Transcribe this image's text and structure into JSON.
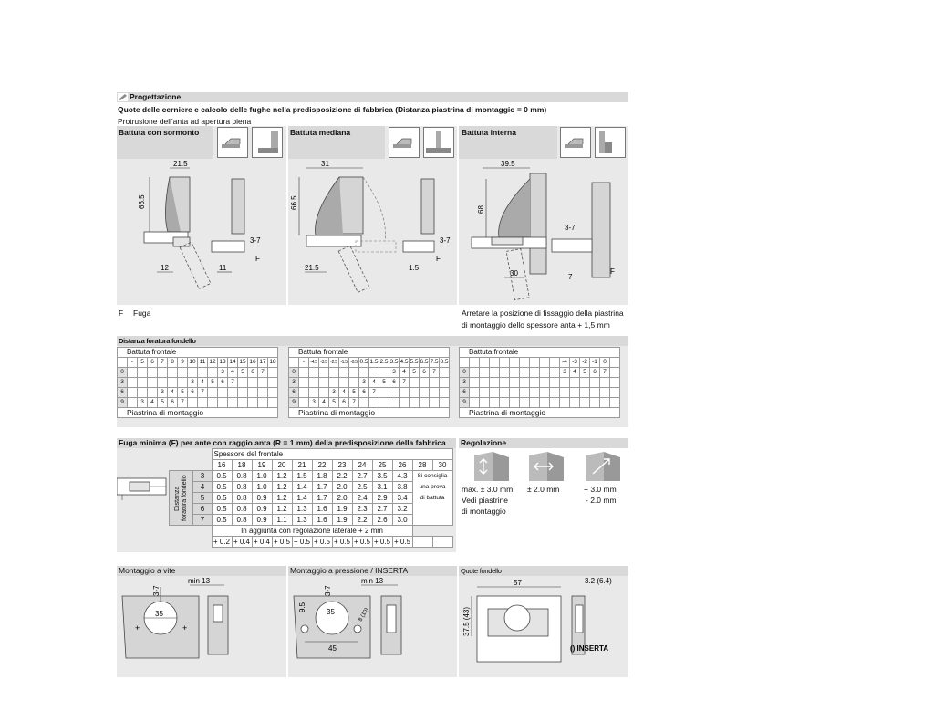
{
  "header": {
    "section_title": "Progettazione",
    "main_title": "Quote delle cerniere e calcolo delle fughe nella predisposizione di fabbrica  (Distanza piastrina di montaggio = 0 mm)",
    "subtitle": "Protrusione dell'anta ad apertura piena"
  },
  "types": [
    {
      "label": "Battuta con sormonto",
      "dims": [
        "21.5",
        "66.5",
        "12",
        "11",
        "3-7",
        "F"
      ]
    },
    {
      "label": "Battuta mediana",
      "dims": [
        "31",
        "66.5",
        "21.5",
        "1.5",
        "3-7",
        "F"
      ]
    },
    {
      "label": "Battuta interna",
      "dims": [
        "39.5",
        "68",
        "30",
        "7",
        "3-7",
        "F"
      ]
    }
  ],
  "legend": {
    "f": "F",
    "fuga": "Fuga"
  },
  "note": {
    "line1": "Arretare la posizione di fissaggio della piastrina",
    "line2": "di montaggio dello spessore anta + 1,5 mm"
  },
  "drilling": {
    "title": "Distanza foratura fondello",
    "header_label": "Battuta frontale",
    "footer_label": "Piastrina di montaggio",
    "row_labels": [
      "0",
      "3",
      "6",
      "9"
    ],
    "tables": [
      {
        "cols": [
          "-",
          "5",
          "6",
          "7",
          "8",
          "9",
          "10",
          "11",
          "12",
          "13",
          "14",
          "15",
          "16",
          "17",
          "18"
        ],
        "rows": [
          [
            "",
            "",
            "",
            "",
            "",
            "",
            "",
            "",
            "",
            "3",
            "4",
            "5",
            "6",
            "7",
            ""
          ],
          [
            "",
            "",
            "",
            "",
            "",
            "",
            "3",
            "4",
            "5",
            "6",
            "7",
            "",
            "",
            "",
            ""
          ],
          [
            "",
            "",
            "",
            "3",
            "4",
            "5",
            "6",
            "7",
            "",
            "",
            "",
            "",
            "",
            "",
            ""
          ],
          [
            "",
            "3",
            "4",
            "5",
            "6",
            "7",
            "",
            "",
            "",
            "",
            "",
            "",
            "",
            "",
            ""
          ]
        ]
      },
      {
        "cols": [
          "-",
          "-4.5",
          "-3.5",
          "-2.5",
          "-1.5",
          "-0.5",
          "0.5",
          "1.5",
          "2.5",
          "3.5",
          "4.5",
          "5.5",
          "6.5",
          "7.5",
          "8.5"
        ],
        "rows": [
          [
            "",
            "",
            "",
            "",
            "",
            "",
            "",
            "",
            "",
            "3",
            "4",
            "5",
            "6",
            "7",
            ""
          ],
          [
            "",
            "",
            "",
            "",
            "",
            "",
            "3",
            "4",
            "5",
            "6",
            "7",
            "",
            "",
            "",
            ""
          ],
          [
            "",
            "",
            "",
            "3",
            "4",
            "5",
            "6",
            "7",
            "",
            "",
            "",
            "",
            "",
            "",
            ""
          ],
          [
            "",
            "3",
            "4",
            "5",
            "6",
            "7",
            "",
            "",
            "",
            "",
            "",
            "",
            "",
            "",
            ""
          ]
        ]
      },
      {
        "cols": [
          "",
          "",
          "",
          "",
          "",
          "",
          "",
          "",
          "",
          "-4",
          "-3",
          "-2",
          "-1",
          "0",
          ""
        ],
        "rows": [
          [
            "",
            "",
            "",
            "",
            "",
            "",
            "",
            "",
            "",
            "3",
            "4",
            "5",
            "6",
            "7",
            ""
          ],
          [
            "",
            "",
            "",
            "",
            "",
            "",
            "",
            "",
            "",
            "",
            "",
            "",
            "",
            "",
            ""
          ],
          [
            "",
            "",
            "",
            "",
            "",
            "",
            "",
            "",
            "",
            "",
            "",
            "",
            "",
            "",
            ""
          ],
          [
            "",
            "",
            "",
            "",
            "",
            "",
            "",
            "",
            "",
            "",
            "",
            "",
            "",
            "",
            ""
          ]
        ]
      }
    ]
  },
  "gap": {
    "title": "Fuga minima (F) per ante con raggio anta (R = 1 mm) della predisposizione della fabbrica",
    "thickness_label": "Spessore del frontale",
    "row_header": "Distanza foratura fondello",
    "thickness": [
      "16",
      "18",
      "19",
      "20",
      "21",
      "22",
      "23",
      "24",
      "25",
      "26",
      "28",
      "30"
    ],
    "rows": [
      {
        "d": "3",
        "v": [
          "0.5",
          "0.8",
          "1.0",
          "1.2",
          "1.5",
          "1.8",
          "2.2",
          "2.7",
          "3.5",
          "4.3"
        ]
      },
      {
        "d": "4",
        "v": [
          "0.5",
          "0.8",
          "1.0",
          "1.2",
          "1.4",
          "1.7",
          "2.0",
          "2.5",
          "3.1",
          "3.8"
        ]
      },
      {
        "d": "5",
        "v": [
          "0.5",
          "0.8",
          "0.9",
          "1.2",
          "1.4",
          "1.7",
          "2.0",
          "2.4",
          "2.9",
          "3.4"
        ]
      },
      {
        "d": "6",
        "v": [
          "0.5",
          "0.8",
          "0.9",
          "1.2",
          "1.3",
          "1.6",
          "1.9",
          "2.3",
          "2.7",
          "3.2"
        ]
      },
      {
        "d": "7",
        "v": [
          "0.5",
          "0.8",
          "0.9",
          "1.1",
          "1.3",
          "1.6",
          "1.9",
          "2.2",
          "2.6",
          "3.0"
        ]
      }
    ],
    "side_note": [
      "Si consiglia",
      "una prova",
      "di battuta"
    ],
    "lateral_label": "In aggiunta con regolazione laterale + 2 mm",
    "lateral_values": [
      "+ 0.2",
      "+ 0.4",
      "+ 0.4",
      "+ 0.5",
      "+ 0.5",
      "+ 0.5",
      "+ 0.5",
      "+ 0.5",
      "+ 0.5",
      "+ 0.5"
    ]
  },
  "regolazione": {
    "title": "Regolazione",
    "items": [
      "max. ± 3.0 mm",
      "± 2.0 mm",
      "+ 3.0 mm"
    ],
    "extra": [
      "Vedi piastrine",
      "di montaggio",
      "- 2.0 mm"
    ]
  },
  "mounting": [
    {
      "title": "Montaggio a vite",
      "dims": [
        "3-7",
        "min 13",
        "35"
      ]
    },
    {
      "title": "Montaggio a pressione / INSERTA",
      "dims": [
        "3-7",
        "min 13",
        "9.5",
        "35",
        "45",
        "8 (10)"
      ]
    },
    {
      "title": "Quote fondello",
      "dims": [
        "57",
        "3.2 (6.4)",
        "37.5 (43)",
        "() INSERTA"
      ]
    }
  ]
}
